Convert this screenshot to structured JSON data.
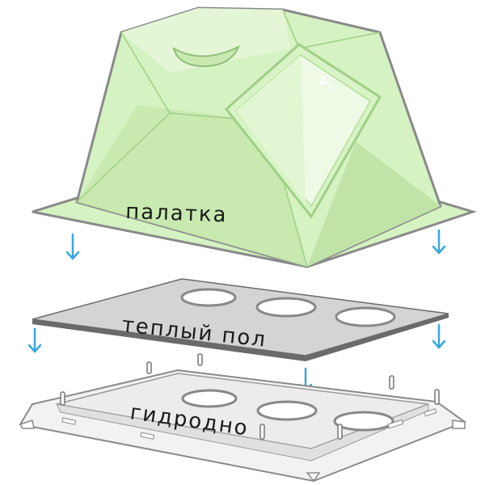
{
  "labels": {
    "tent": "палатка",
    "warm_floor": "теплый пол",
    "waterproof_bottom": "гидродно"
  },
  "colors": {
    "tent_fill": "#d5f2c2",
    "tent_dark": "#b8e0a0",
    "tent_light": "#e9f8dd",
    "outline": "#8a8a8a",
    "floor_fill": "#d4d4d4",
    "floor_edge": "#6a6a6a",
    "bottom_fill": "#f2f2f2",
    "arrow": "#3aa6e0"
  }
}
